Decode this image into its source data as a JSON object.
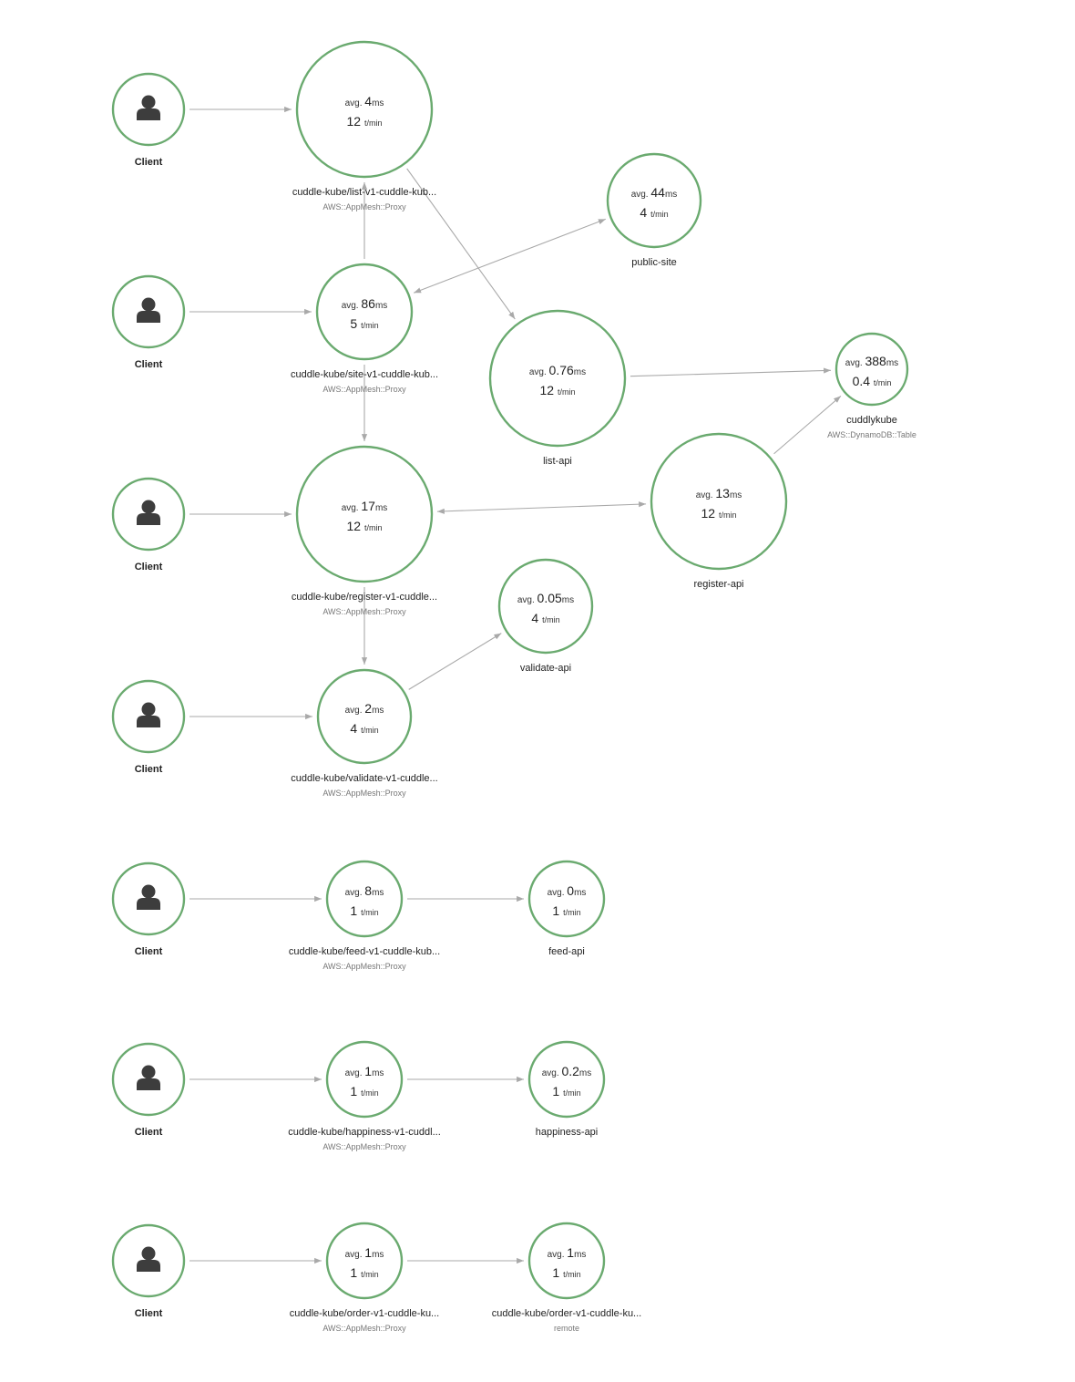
{
  "metric_labels": {
    "avg_prefix": "avg.",
    "ms_unit": "ms",
    "rate_unit": "t/min"
  },
  "colors": {
    "node_ok": "#6aaa6f",
    "edge": "#a9a9a9",
    "client_icon": "#3d3d3d"
  },
  "clients": [
    {
      "id": "client-1",
      "label": "Client",
      "icon": "user-icon"
    },
    {
      "id": "client-2",
      "label": "Client",
      "icon": "user-icon"
    },
    {
      "id": "client-3",
      "label": "Client",
      "icon": "user-icon"
    },
    {
      "id": "client-4",
      "label": "Client",
      "icon": "user-icon"
    },
    {
      "id": "client-5",
      "label": "Client",
      "icon": "user-icon"
    },
    {
      "id": "client-6",
      "label": "Client",
      "icon": "user-icon"
    },
    {
      "id": "client-7",
      "label": "Client",
      "icon": "user-icon"
    }
  ],
  "services": [
    {
      "id": "list-proxy",
      "avg": "4",
      "rate": "12",
      "label": "cuddle-kube/list-v1-cuddle-kub...",
      "sublabel": "AWS::AppMesh::Proxy"
    },
    {
      "id": "public-site",
      "avg": "44",
      "rate": "4",
      "label": "public-site",
      "sublabel": ""
    },
    {
      "id": "site-proxy",
      "avg": "86",
      "rate": "5",
      "label": "cuddle-kube/site-v1-cuddle-kub...",
      "sublabel": "AWS::AppMesh::Proxy"
    },
    {
      "id": "list-api",
      "avg": "0.76",
      "rate": "12",
      "label": "list-api",
      "sublabel": ""
    },
    {
      "id": "cuddlykube",
      "avg": "388",
      "rate": "0.4",
      "label": "cuddlykube",
      "sublabel": "AWS::DynamoDB::Table"
    },
    {
      "id": "register-proxy",
      "avg": "17",
      "rate": "12",
      "label": "cuddle-kube/register-v1-cuddle...",
      "sublabel": "AWS::AppMesh::Proxy"
    },
    {
      "id": "register-api",
      "avg": "13",
      "rate": "12",
      "label": "register-api",
      "sublabel": ""
    },
    {
      "id": "validate-api",
      "avg": "0.05",
      "rate": "4",
      "label": "validate-api",
      "sublabel": ""
    },
    {
      "id": "validate-proxy",
      "avg": "2",
      "rate": "4",
      "label": "cuddle-kube/validate-v1-cuddle...",
      "sublabel": "AWS::AppMesh::Proxy"
    },
    {
      "id": "feed-proxy",
      "avg": "8",
      "rate": "1",
      "label": "cuddle-kube/feed-v1-cuddle-kub...",
      "sublabel": "AWS::AppMesh::Proxy"
    },
    {
      "id": "feed-api",
      "avg": "0",
      "rate": "1",
      "label": "feed-api",
      "sublabel": ""
    },
    {
      "id": "happiness-proxy",
      "avg": "1",
      "rate": "1",
      "label": "cuddle-kube/happiness-v1-cuddl...",
      "sublabel": "AWS::AppMesh::Proxy"
    },
    {
      "id": "happiness-api",
      "avg": "0.2",
      "rate": "1",
      "label": "happiness-api",
      "sublabel": ""
    },
    {
      "id": "order-proxy",
      "avg": "1",
      "rate": "1",
      "label": "cuddle-kube/order-v1-cuddle-ku...",
      "sublabel": "AWS::AppMesh::Proxy"
    },
    {
      "id": "order-remote",
      "avg": "1",
      "rate": "1",
      "label": "cuddle-kube/order-v1-cuddle-ku...",
      "sublabel": "remote"
    }
  ],
  "edges": [
    {
      "from": "client-1",
      "to": "list-proxy"
    },
    {
      "from": "client-2",
      "to": "site-proxy"
    },
    {
      "from": "client-3",
      "to": "register-proxy"
    },
    {
      "from": "client-4",
      "to": "validate-proxy"
    },
    {
      "from": "client-5",
      "to": "feed-proxy"
    },
    {
      "from": "client-6",
      "to": "happiness-proxy"
    },
    {
      "from": "client-7",
      "to": "order-proxy"
    },
    {
      "from": "site-proxy",
      "to": "list-proxy"
    },
    {
      "from": "list-proxy",
      "to": "list-api"
    },
    {
      "from": "public-site",
      "to": "site-proxy",
      "bidirectional": true
    },
    {
      "from": "site-proxy",
      "to": "register-proxy"
    },
    {
      "from": "list-api",
      "to": "cuddlykube"
    },
    {
      "from": "register-api",
      "to": "cuddlykube"
    },
    {
      "from": "register-proxy",
      "to": "register-api",
      "bidirectional": true
    },
    {
      "from": "register-proxy",
      "to": "validate-proxy"
    },
    {
      "from": "validate-proxy",
      "to": "validate-api"
    },
    {
      "from": "feed-proxy",
      "to": "feed-api"
    },
    {
      "from": "happiness-proxy",
      "to": "happiness-api"
    },
    {
      "from": "order-proxy",
      "to": "order-remote"
    }
  ]
}
